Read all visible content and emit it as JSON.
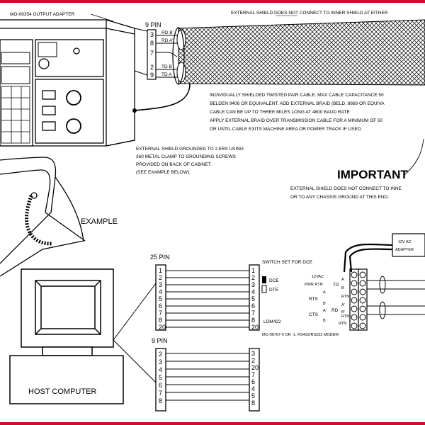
{
  "colors": {
    "frame": "#c8102e",
    "ink": "#000000",
    "paper": "#ffffff"
  },
  "top": {
    "adapter_label": "MO-06354 OUTPUT ADAPTER",
    "shield_note_top": "EXTERNAL SHIELD DOES NOT CONNECT TO INNER SHIELD AT EITHER",
    "pin9_label": "9 PIN",
    "pins": [
      "3",
      "8",
      "7",
      "2",
      "9"
    ],
    "signals": [
      "RD B'",
      "RD A'",
      "TD B",
      "TD A"
    ],
    "cable_note": [
      "INDIVIDUALLY SHIELDED TWISTED PAIR CABLE. MAX CABLE CAPACITANCE 50",
      "BELDEN 9406 OR EQUIVALENT. ADD EXTERNAL BRAID (BELD. 8669 OR EQUIVA",
      "CABLE CAN BE UP TO THREE MILES LONG AT 4800 BAUD RATE",
      "APPLY EXTERNAL BRAID OVER TRANSMISSION CABLE FOR A MINIMUM OF 50",
      "OR UNTIL CABLE EXITS MACHINE AREA OR POWER TRACK IF USED."
    ],
    "ground_note": [
      "EXTERNAL SHIELD GROUNDED TO 2.5RS USING",
      "360  METAL CLAMP TO GROUNDING SCREWS",
      "PROVIDED ON BACK OF CABINET.",
      "(SEE EXAMPLE BELOW)."
    ],
    "important": "IMPORTANT",
    "important_note": [
      "EXTERNAL SHIELD DOES NOT CONNECT TO INNE",
      "OR TO ANY CHASSIS GROUND AT THIS END."
    ],
    "example": "EXAMPLE"
  },
  "bottom": {
    "pin25_label": "25 PIN",
    "pins25": [
      "1",
      "2",
      "3",
      "4",
      "5",
      "6",
      "7",
      "8",
      "20"
    ],
    "pins25_right": [
      "1",
      "2",
      "3",
      "4",
      "5",
      "6",
      "7",
      "8",
      "20"
    ],
    "pin9b_label": "9 PIN",
    "pins9b_left": [
      "2",
      "3",
      "4",
      "5",
      "6",
      "7",
      "8"
    ],
    "pins9b_right": [
      "3",
      "2",
      "20",
      "7",
      "6",
      "4",
      "5",
      "8"
    ],
    "switch_label": "SWITCH SET FOR DCE",
    "dce": "DCE",
    "dte": "DTE",
    "ldm": "LDM422",
    "modem_label": "MO-06707-0 OR -1, RS422/RS232 MODEM",
    "adapter12v": [
      "12V AC",
      "ADAPTER"
    ],
    "term_labels": [
      "12VAC",
      "PWR RTN",
      "TD",
      "RTN",
      "RTS",
      "RD",
      "RTN",
      "CTS",
      "RTN"
    ],
    "term_small": [
      "A",
      "B",
      "A",
      "B",
      "A'",
      "B'",
      "A'",
      "B'"
    ],
    "host": "HOST COMPUTER"
  }
}
